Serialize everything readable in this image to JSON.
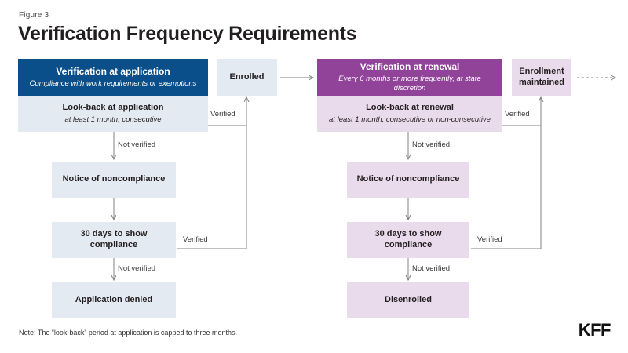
{
  "header": {
    "figure_label": "Figure  3",
    "title": "Verification Frequency Requirements"
  },
  "application_track": {
    "header": {
      "title": "Verification at application",
      "subtitle": "Compliance with work requirements or exemptions"
    },
    "lookback": {
      "title": "Look-back at application",
      "subtitle": "at least 1 month, consecutive"
    },
    "notice": "Notice of noncompliance",
    "thirty_days": "30 days to show compliance",
    "terminal": "Application denied",
    "edges": {
      "lookback_not_verified": "Not verified",
      "lookback_verified": "Verified",
      "notice_to_thirty": "",
      "thirty_verified": "Verified",
      "thirty_not_verified": "Not verified"
    }
  },
  "enrolled_box": "Enrolled",
  "renewal_track": {
    "header": {
      "title": "Verification at renewal",
      "subtitle": "Every 6 months or more frequently, at state discretion"
    },
    "lookback": {
      "title": "Look-back at renewal",
      "subtitle": "at least 1 month, consecutive or non-consecutive"
    },
    "notice": "Notice of noncompliance",
    "thirty_days": "30 days to show compliance",
    "terminal": "Disenrolled",
    "edges": {
      "lookback_not_verified": "Not verified",
      "lookback_verified": "Verified",
      "thirty_verified": "Verified",
      "thirty_not_verified": "Not verified"
    }
  },
  "enrollment_maintained_box": "Enrollment\nmaintained",
  "enrollment_maintained_line1": "Enrollment",
  "enrollment_maintained_line2": "maintained",
  "footer": {
    "note": "Note: The “look-back” period at application is capped to three months.",
    "logo": "KFF"
  },
  "colors": {
    "application_header": "#0b4f8a",
    "application_body": "#e3eaf2",
    "renewal_header": "#91439a",
    "renewal_body": "#e9daec",
    "connector": "#808080",
    "title": "#231f20"
  }
}
